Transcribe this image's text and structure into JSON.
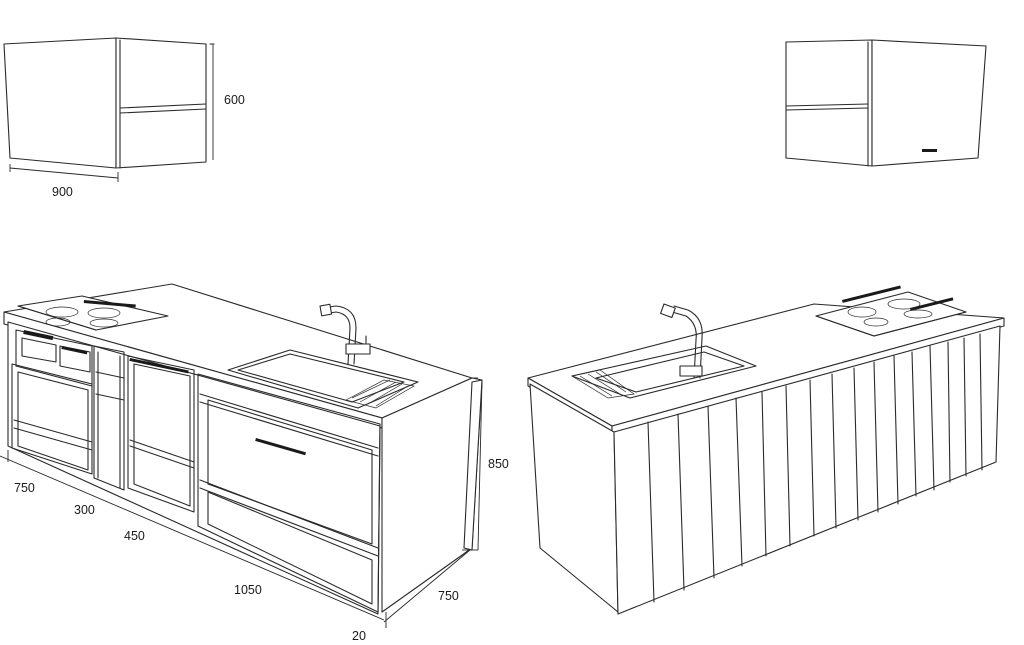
{
  "dimensions": {
    "wall_cabinet_width": "900",
    "wall_cabinet_height": "600",
    "island_height": "850",
    "island_depth": "750",
    "overhang": "20",
    "run": [
      "750",
      "300",
      "450",
      "1050"
    ]
  },
  "icons": [
    "induction-cooktop",
    "sink",
    "faucet",
    "dishwasher",
    "oven"
  ]
}
